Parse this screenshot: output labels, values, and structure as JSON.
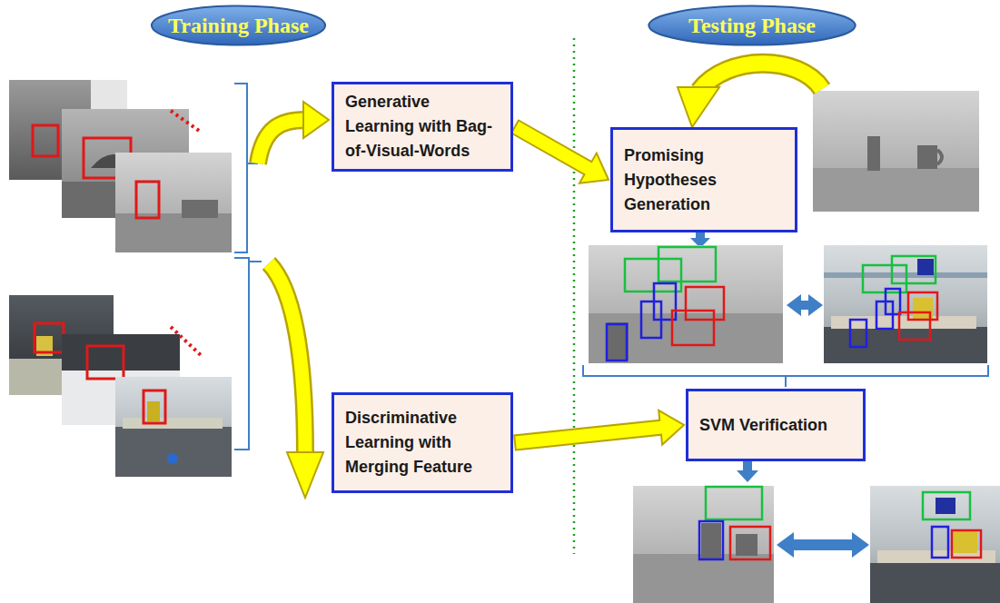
{
  "diagram": {
    "nodes": [
      {
        "text": [
          "Training Phase"
        ]
      },
      {
        "text": [
          "Testing Phase"
        ]
      },
      {
        "text": [
          "Generative Learning with Bag-of-Visual-Words"
        ]
      },
      {
        "text": [
          "Promising Hypotheses Generation"
        ]
      },
      {
        "text": [
          "Discriminative Learning with Merging Feature"
        ]
      },
      {
        "text": [
          "SVM Verification"
        ]
      }
    ],
    "edges": [
      {
        "from": 2,
        "to": 3,
        "arrow": "to"
      },
      {
        "from": 4,
        "to": 5,
        "arrow": "to"
      }
    ]
  }
}
